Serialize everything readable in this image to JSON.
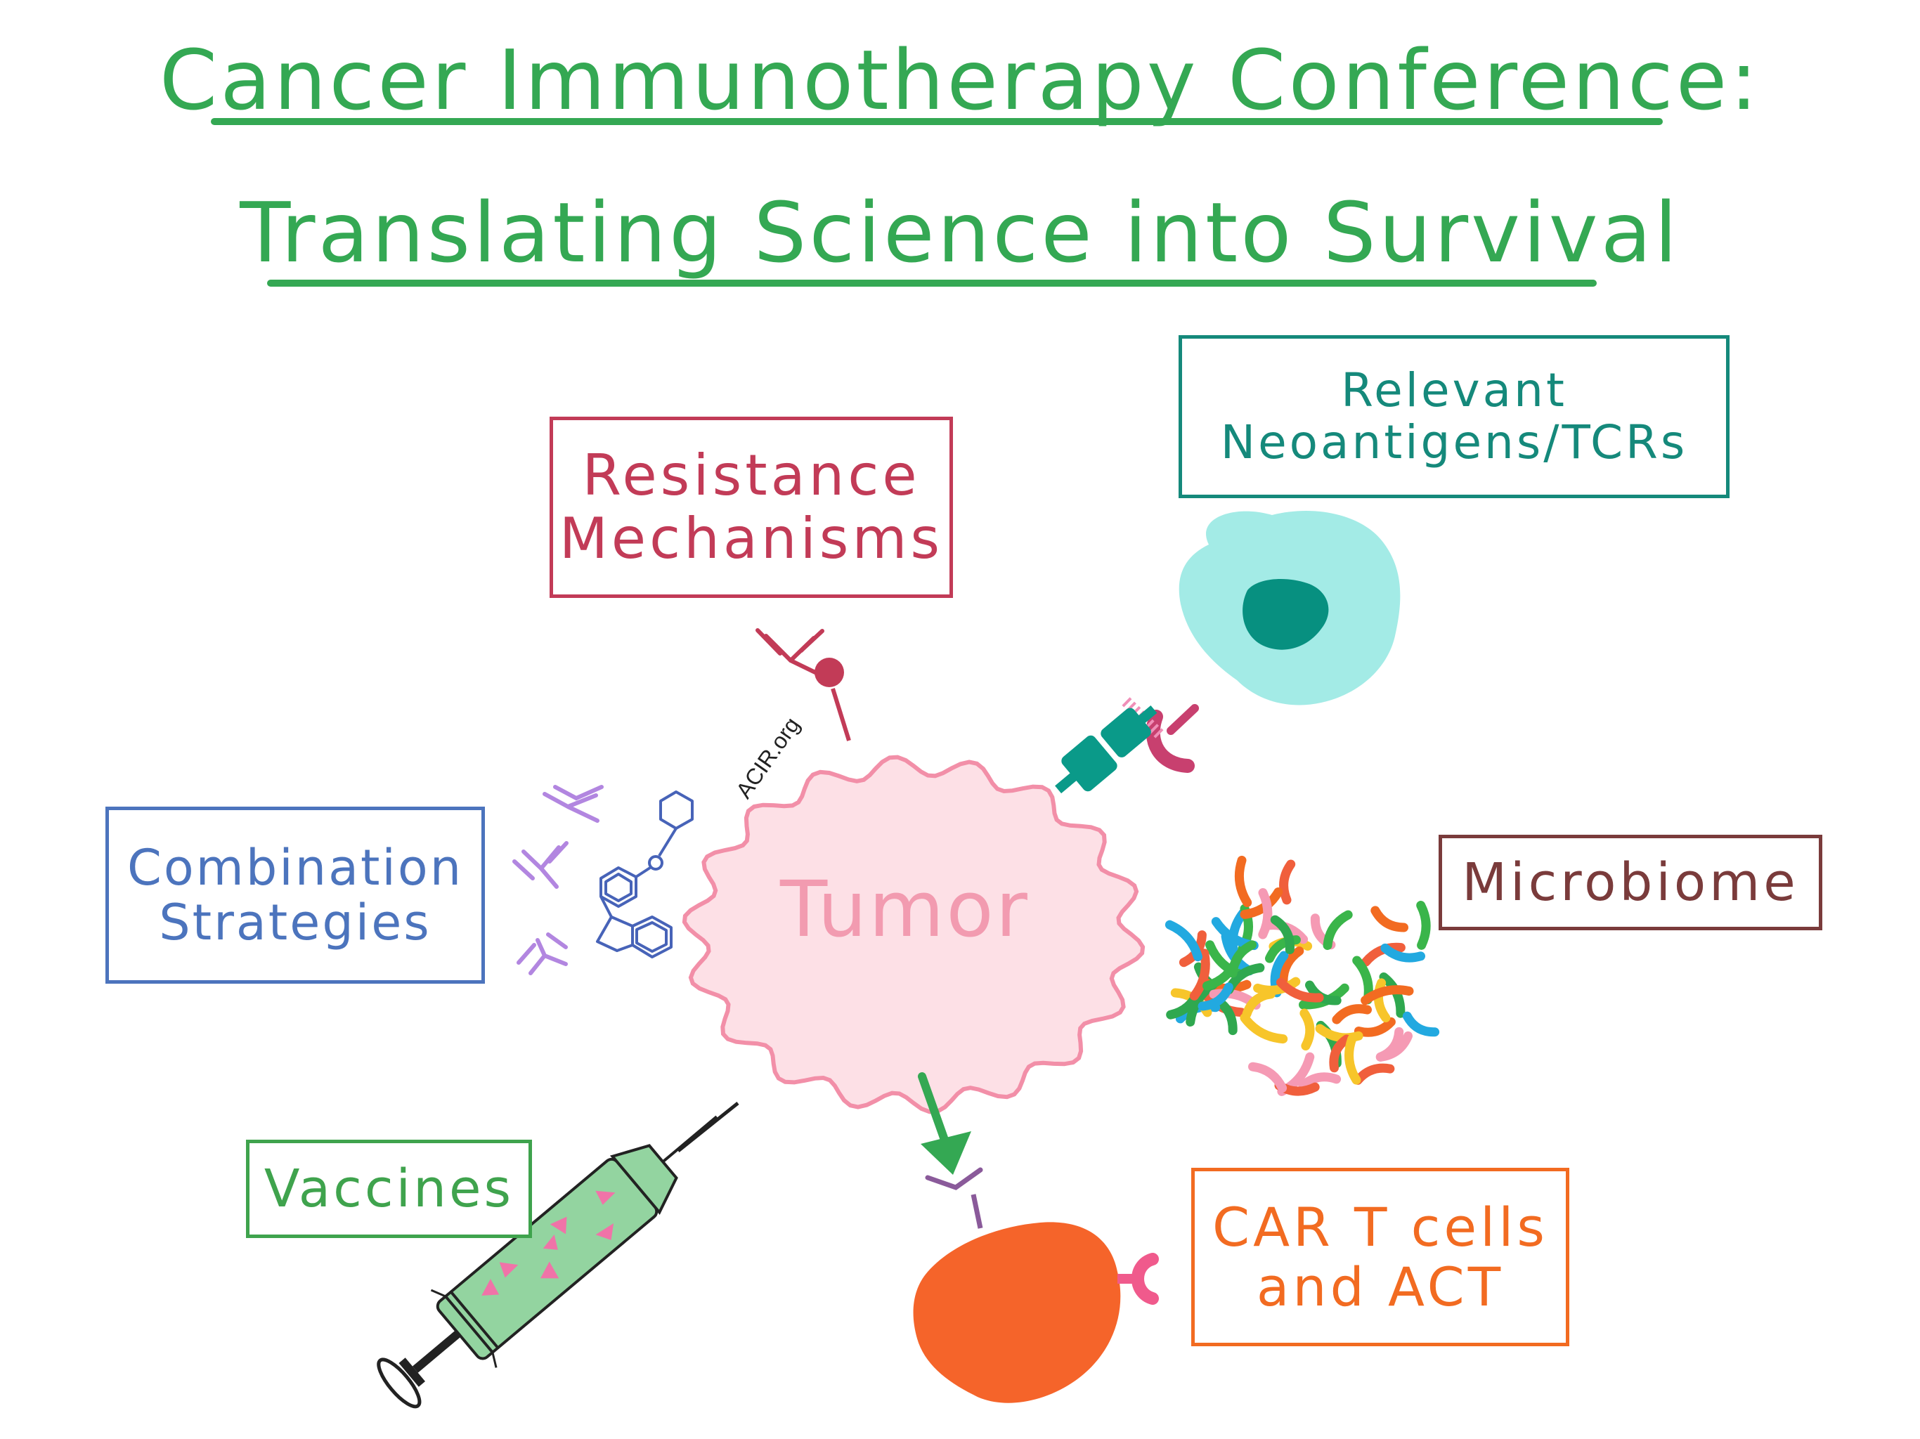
{
  "title": {
    "line1": "Cancer Immunotherapy Conference:",
    "line2": "Translating Science into Survival"
  },
  "center": {
    "label": "Tumor",
    "watermark": "ACIR.org"
  },
  "topics": {
    "resistance": {
      "line1": "Resistance",
      "line2": "Mechanisms"
    },
    "neoantigens": {
      "line1": "Relevant",
      "line2": "Neoantigens/TCRs"
    },
    "combination": {
      "line1": "Combination",
      "line2": "Strategies"
    },
    "microbiome": {
      "line1": "Microbiome"
    },
    "vaccines": {
      "line1": "Vaccines"
    },
    "cart": {
      "line1": "CAR T cells",
      "line2": "and ACT"
    }
  },
  "colors": {
    "title": "#34a853",
    "resistance": "#c23b57",
    "neoantigens": "#15897b",
    "combination": "#4c74bd",
    "microbiome": "#7a3b3b",
    "vaccines": "#3fa34d",
    "cart": "#f26b21",
    "tumor_fill": "#fde0e6",
    "tumor_stroke": "#f28fa8",
    "tumor_text": "#f29bb0",
    "antibody": "#b286e0",
    "drug": "#4763b8",
    "tcell_fill": "#a3ebe6",
    "tcell_nucleus": "#079080",
    "car_cell": "#f5642a"
  },
  "icons": [
    "antibody-icon",
    "checkpoint-receptor-icon",
    "small-molecule-drug-icon",
    "t-cell-icon",
    "tcr-receptor-icon",
    "bacteria-cluster-icon",
    "syringe-icon",
    "car-t-cell-icon",
    "arrow-icon"
  ]
}
